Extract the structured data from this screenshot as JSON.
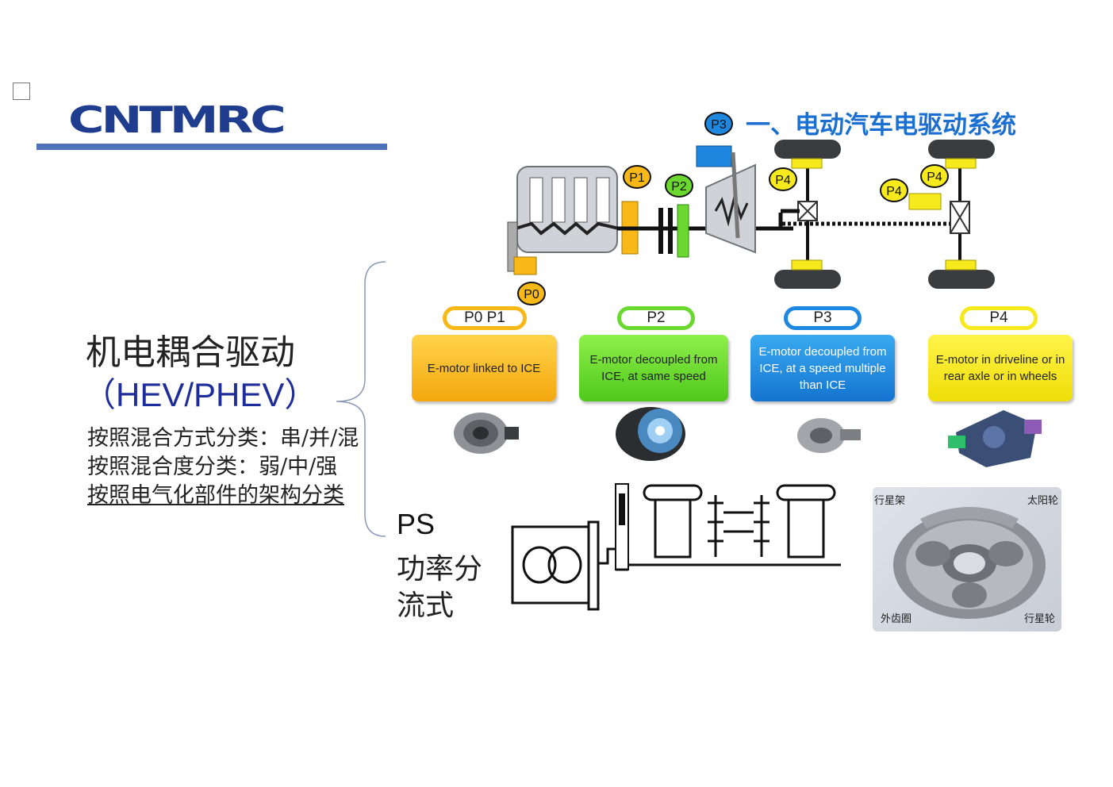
{
  "header": {
    "logo_text": "CNTMRC",
    "slide_title": "一、电动汽车电驱动系统"
  },
  "left_panel": {
    "main_label": "机电耦合驱动",
    "sub_label": "（HEV/PHEV）",
    "classifications": [
      "按照混合方式分类：串/并/混",
      "按照混合度分类：弱/中/强",
      "按照电气化部件的架构分类"
    ],
    "ps_label": "PS",
    "ps_cn_lines": [
      "功率分",
      "流式"
    ]
  },
  "diagram": {
    "position_markers": [
      "P0",
      "P1",
      "P2",
      "P3",
      "P4",
      "P4"
    ]
  },
  "categories": [
    {
      "label": "P0    P1",
      "description": "E-motor linked to ICE",
      "color": "#f7b818"
    },
    {
      "label": "P2",
      "description": "E-motor decoupled from ICE, at same speed",
      "color": "#6ad82e"
    },
    {
      "label": "P3",
      "description": "E-motor decoupled from ICE, at a speed multiple than ICE",
      "color": "#1e88e0"
    },
    {
      "label": "P4",
      "description": "E-motor in driveline or in rear axle or in wheels",
      "color": "#f7ea1c"
    }
  ],
  "planetary_gear": {
    "labels": {
      "carrier": "行星架",
      "sun": "太阳轮",
      "ring": "外齿圈",
      "planet": "行星轮"
    }
  }
}
